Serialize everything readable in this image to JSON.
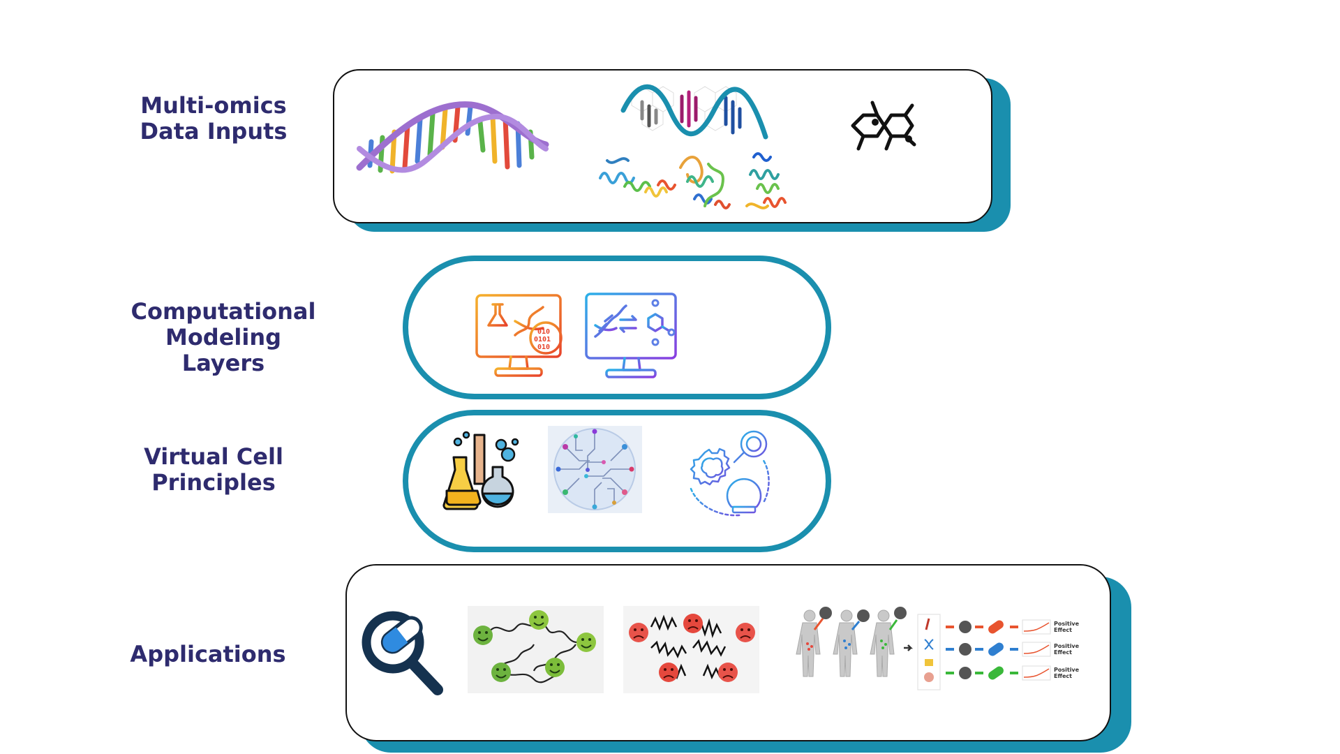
{
  "layers": [
    {
      "id": "multi-omics",
      "label": "Multi-omics\nData Inputs",
      "icons": [
        "dna-double-helix-icon",
        "rna-helix-icon",
        "protein-structures-icon",
        "molecule-structure-icon"
      ]
    },
    {
      "id": "computational",
      "label": "Computational\nModeling Layers",
      "icons": [
        "computer-lab-binary-icon",
        "computer-dna-network-icon"
      ]
    },
    {
      "id": "virtual-cell",
      "label": "Virtual Cell\nPrinciples",
      "icons": [
        "lab-flasks-icon",
        "circuit-cell-icon",
        "ai-brain-insights-icon"
      ]
    },
    {
      "id": "applications",
      "label": "Applications",
      "icons": [
        "drug-search-icon",
        "healthy-cell-network-icon",
        "diseased-cell-network-icon",
        "personalized-medicine-icon"
      ]
    }
  ],
  "personalized_medicine": {
    "effect_labels": [
      "Positive\nEffect",
      "Positive\nEffect",
      "Positive\nEffect"
    ]
  },
  "colors": {
    "accent": "#1a8fae",
    "label": "#2e2b6e",
    "outline": "#111111"
  }
}
